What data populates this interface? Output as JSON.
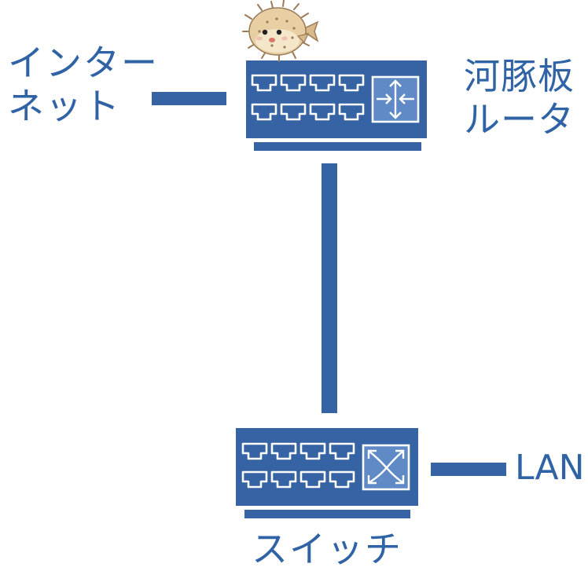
{
  "labels": {
    "internet": [
      "インター",
      "ネット"
    ],
    "router": [
      "河豚板",
      "ルータ"
    ],
    "switch": "スイッチ",
    "lan": "LAN"
  },
  "colors": {
    "device": "#3563a3",
    "line": "#3563a3",
    "port": "#ffffff",
    "text": "#2f63a5",
    "fish_body": "#e7cfa3",
    "fish_spines": "#9b7b58"
  },
  "icons": {
    "router_symbol": "router-arrows-icon",
    "switch_symbol": "switch-cross-arrows-icon",
    "mascot": "pufferfish-icon"
  }
}
